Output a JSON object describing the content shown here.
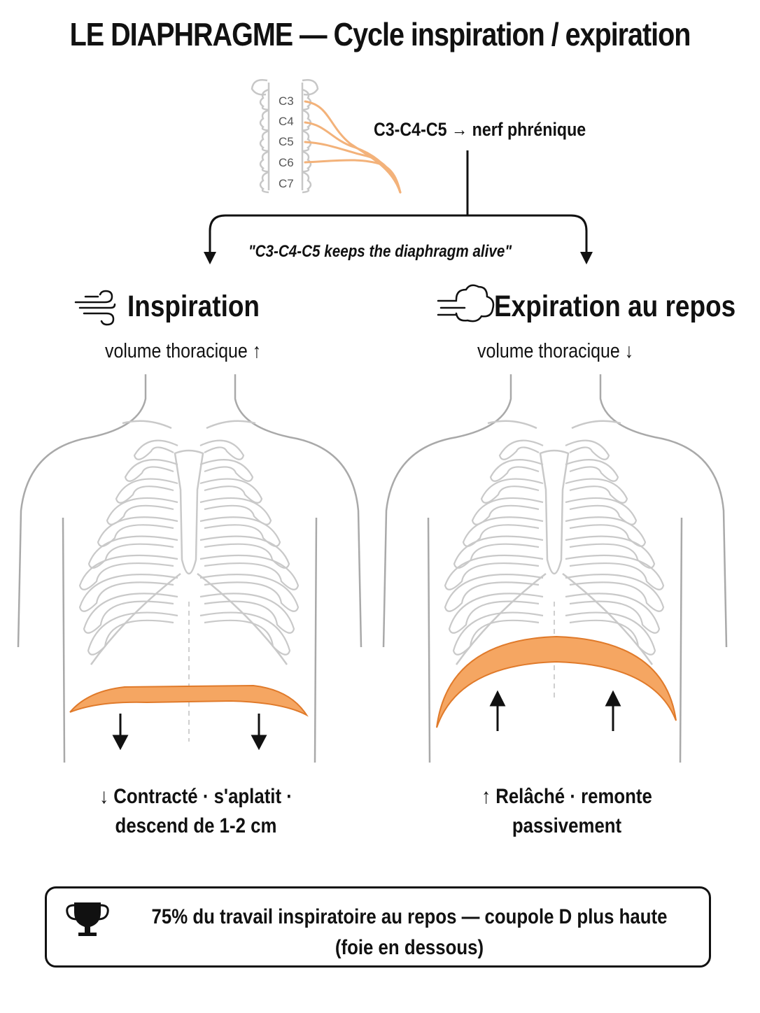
{
  "title": "LE DIAPHRAGME — Cycle inspiration / expiration",
  "spine": {
    "vertebrae": [
      "C3",
      "C4",
      "C5",
      "C6",
      "C7"
    ],
    "nerve_label": "C3-C4-C5 → nerf phrénique",
    "mnemonic": "\"C3-C4-C5 keeps the diaphragm alive\""
  },
  "inspiration": {
    "heading": "Inspiration",
    "icon": "wind-icon",
    "volume_label": "volume thoracique ↑",
    "description_line1": "↓ Contracté · s'aplatit ·",
    "description_line2": "descend de 1-2 cm"
  },
  "expiration": {
    "heading": "Expiration au repos",
    "icon": "cloud-puff-icon",
    "volume_label": "volume thoracique ↓",
    "description_line1": "↑ Relâché · remonte",
    "description_line2": "passivement"
  },
  "fact": {
    "icon": "trophy-icon",
    "line1": "75% du travail inspiratoire au repos — coupole D plus haute",
    "line2": "(foie en dessous)"
  },
  "colors": {
    "diaphragm_fill": "#f5a662",
    "diaphragm_stroke": "#e07a2a",
    "nerve": "#f3b27a",
    "bone": "#c9c9c9",
    "body_outline": "#a9a9a9",
    "text": "#111111"
  }
}
